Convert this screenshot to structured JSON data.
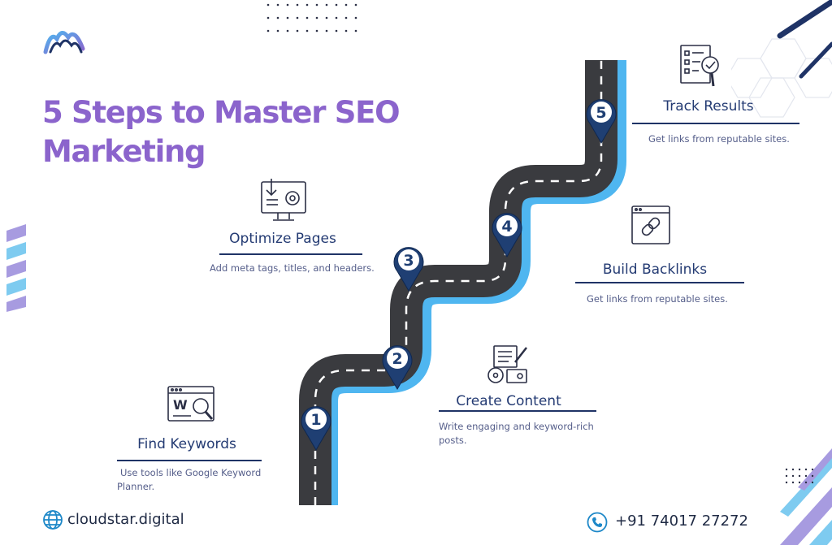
{
  "title": {
    "line1": "5 Steps to Master SEO",
    "line2": "Marketing"
  },
  "steps": [
    {
      "number": "1",
      "title": "Find Keywords",
      "description": "Use tools like Google Keyword Planner.",
      "icon": "keyword-research-icon"
    },
    {
      "number": "2",
      "title": "Create Content",
      "description": "Write engaging and keyword-rich posts.",
      "icon": "content-creation-icon"
    },
    {
      "number": "3",
      "title": "Optimize Pages",
      "description": "Add meta tags, titles, and headers.",
      "icon": "page-settings-icon"
    },
    {
      "number": "4",
      "title": "Build Backlinks",
      "description": "Get links from reputable sites.",
      "icon": "link-icon"
    },
    {
      "number": "5",
      "title": "Track Results",
      "description": "Get links from reputable sites.",
      "icon": "checklist-search-icon"
    }
  ],
  "footer": {
    "website": "cloudstar.digital",
    "phone": "+91 74017 27272"
  },
  "colors": {
    "title": "#8b64cc",
    "navy": "#1f3366",
    "road": "#3a3b3f",
    "road_edge": "#4fb6f0",
    "pin": "#1f3f73",
    "stripe_purple": "#a79be0",
    "stripe_blue": "#7ecbf0"
  }
}
